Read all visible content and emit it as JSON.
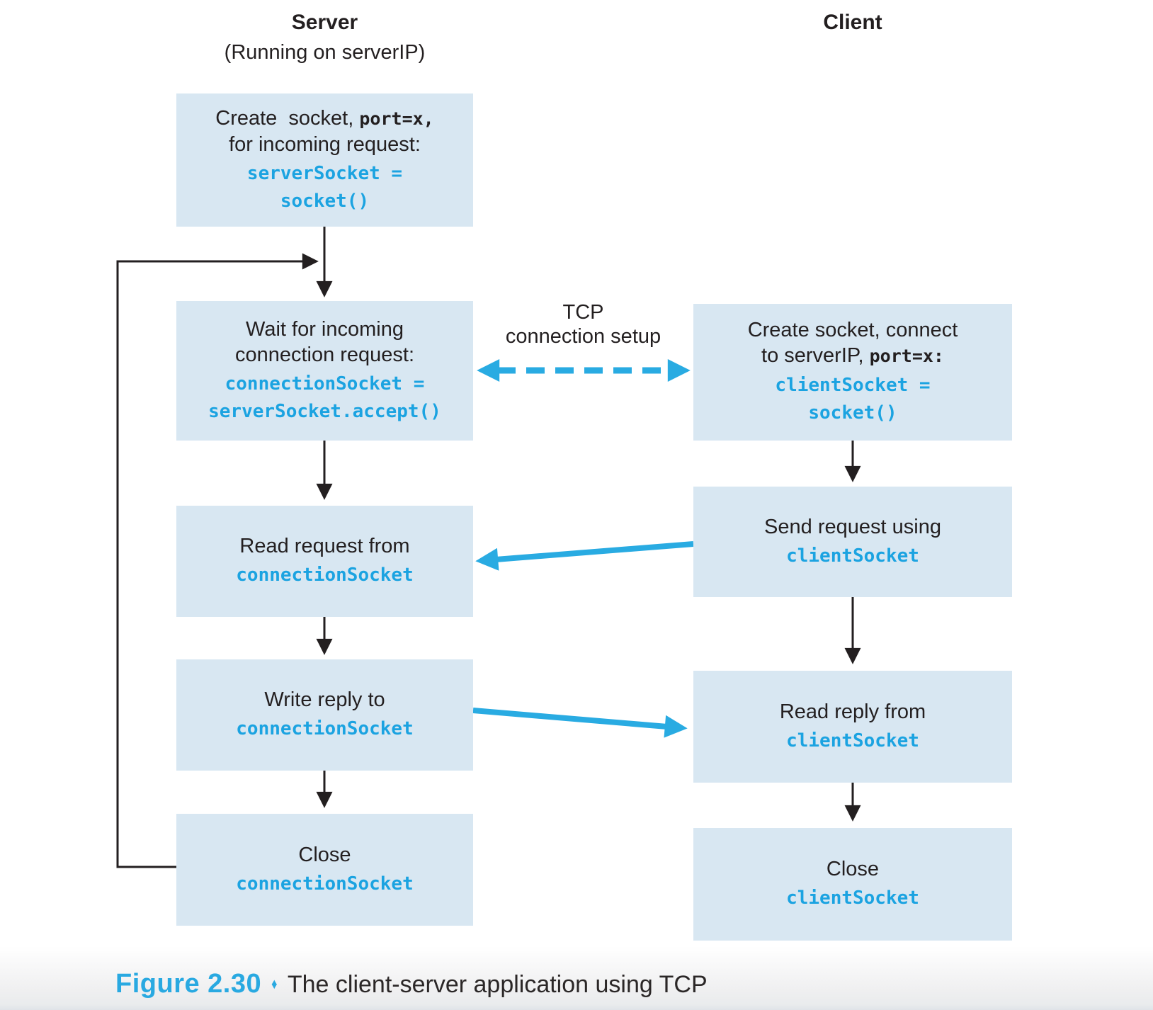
{
  "figure": {
    "server_header": {
      "title": "Server",
      "subtitle": "(Running on serverIP)"
    },
    "client_header": {
      "title": "Client"
    },
    "tcp_label": "TCP\nconnection setup",
    "server": {
      "create": {
        "line1_pre": "Create  socket, ",
        "line1_code": "port=x,",
        "line2": "for incoming request:",
        "code": "serverSocket =\nsocket()"
      },
      "wait": {
        "text": "Wait for incoming\nconnection request:",
        "code": "connectionSocket =\nserverSocket.accept()"
      },
      "read": {
        "text": "Read request from",
        "code": "connectionSocket"
      },
      "write": {
        "text": "Write reply to",
        "code": "connectionSocket"
      },
      "close": {
        "text": "Close",
        "code": "connectionSocket"
      }
    },
    "client": {
      "create": {
        "line1": "Create socket, connect",
        "line2_pre": "to serverIP, ",
        "line2_code": "port=x:",
        "code": "clientSocket =\nsocket()"
      },
      "send": {
        "text": "Send request using",
        "code": "clientSocket"
      },
      "read": {
        "text": "Read reply from",
        "code": "clientSocket"
      },
      "close": {
        "text": "Close",
        "code": "clientSocket"
      }
    },
    "caption": {
      "label": "Figure 2.30",
      "separator": "♦",
      "text": "The client-server application using TCP"
    },
    "colors": {
      "box_fill": "#d8e7f2",
      "code_blue": "#1ba3e1",
      "arrow_blue": "#29abe2",
      "text_black": "#231f20"
    }
  }
}
